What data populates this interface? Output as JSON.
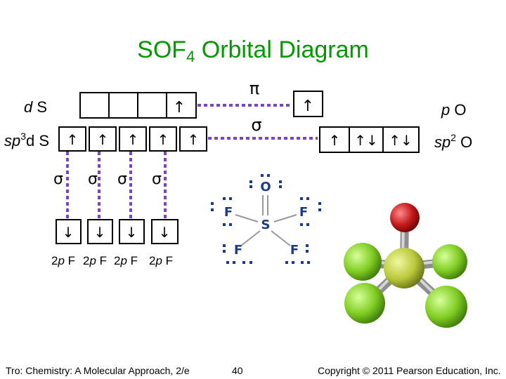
{
  "title": {
    "main": "SOF",
    "sub": "4",
    "rest": " Orbital Diagram"
  },
  "sulfur": {
    "d_label_letter": "d",
    "d_label_atom": " S",
    "d_boxes": [
      "",
      "",
      "",
      "",
      "↑"
    ],
    "hybrid_label_prefix": "sp",
    "hybrid_label_exp": "3",
    "hybrid_label_suffix": "d S",
    "hybrid_boxes": [
      "↑",
      "↑",
      "↑",
      "↑",
      "↑"
    ]
  },
  "oxygen": {
    "p_box": "↑",
    "p_label_letter": "p",
    "p_label_atom": " O",
    "hybrid_boxes": [
      "↑",
      "↑↓",
      "↑↓"
    ],
    "hybrid_label_prefix": "sp",
    "hybrid_label_exp": "2",
    "hybrid_label_suffix": " O"
  },
  "bonds": {
    "pi_symbol": "π",
    "sigma_symbol": "σ",
    "sf_sigma": [
      "σ",
      "σ",
      "σ",
      "σ"
    ]
  },
  "fluorine": {
    "boxes": [
      "↓",
      "↓",
      "↓",
      "↓"
    ],
    "labels": [
      {
        "num": "2",
        "orb": "p",
        "atom": " F"
      },
      {
        "num": "2",
        "orb": "p",
        "atom": " F"
      },
      {
        "num": "2",
        "orb": "p",
        "atom": " F"
      },
      {
        "num": "2",
        "orb": "p",
        "atom": " F"
      }
    ]
  },
  "lewis": {
    "center": "S",
    "top": "O",
    "f": "F"
  },
  "footer": {
    "source": "Tro: Chemistry: A Molecular Approach, 2/e",
    "page": "40",
    "copyright": "Copyright © 2011 Pearson Education, Inc."
  },
  "colors": {
    "title": "#009900",
    "bond_line": "#7744cc",
    "sulfur_ball": "#b9c93a",
    "fluorine_ball": "#7fcc22",
    "oxygen_ball": "#c21818",
    "lone_pair_dot": "#1b3a8a"
  }
}
